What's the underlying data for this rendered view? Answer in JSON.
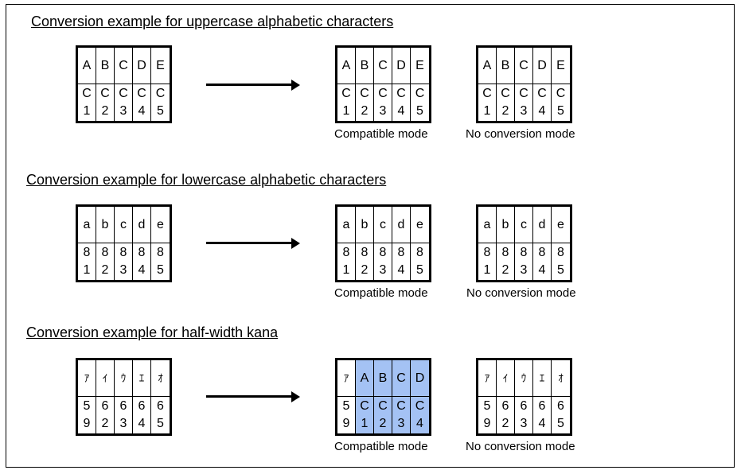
{
  "sections": [
    {
      "title": "Conversion  example  for uppercase  alphabetic  characters",
      "source": [
        [
          "A",
          "B",
          "C",
          "D",
          "E"
        ],
        [
          "C\n1",
          "C\n2",
          "C\n3",
          "C\n4",
          "C\n5"
        ]
      ],
      "compatible": [
        [
          "A",
          "B",
          "C",
          "D",
          "E"
        ],
        [
          "C\n1",
          "C\n2",
          "C\n3",
          "C\n4",
          "C\n5"
        ]
      ],
      "compatible_caption": "Compatible mode",
      "noconv": [
        [
          "A",
          "B",
          "C",
          "D",
          "E"
        ],
        [
          "C\n1",
          "C\n2",
          "C\n3",
          "C\n4",
          "C\n5"
        ]
      ],
      "noconv_caption": "No conversion mode"
    },
    {
      "title": "Conversion  example  for lowercase  alphabetic  characters",
      "source": [
        [
          "a",
          "b",
          "c",
          "d",
          "e"
        ],
        [
          "8\n1",
          "8\n2",
          "8\n3",
          "8\n4",
          "8\n5"
        ]
      ],
      "compatible": [
        [
          "a",
          "b",
          "c",
          "d",
          "e"
        ],
        [
          "8\n1",
          "8\n2",
          "8\n3",
          "8\n4",
          "8\n5"
        ]
      ],
      "compatible_caption": "Compatible mode",
      "noconv": [
        [
          "a",
          "b",
          "c",
          "d",
          "e"
        ],
        [
          "8\n1",
          "8\n2",
          "8\n3",
          "8\n4",
          "8\n5"
        ]
      ],
      "noconv_caption": "No conversion mode"
    },
    {
      "title": "Conversion  example  for half-width  kana",
      "source": [
        [
          "ｱ",
          "ｲ",
          "ｳ",
          "ｴ",
          "ｵ"
        ],
        [
          "5\n9",
          "6\n2",
          "6\n3",
          "6\n4",
          "6\n5"
        ]
      ],
      "compatible": [
        [
          "ｱ",
          "A",
          "B",
          "C",
          "D"
        ],
        [
          "5\n9",
          "C\n1",
          "C\n2",
          "C\n3",
          "C\n4"
        ]
      ],
      "compatible_highlight": [
        false,
        true,
        true,
        true,
        true
      ],
      "compatible_caption": "Compatible mode",
      "noconv": [
        [
          "ｱ",
          "ｲ",
          "ｳ",
          "ｴ",
          "ｵ"
        ],
        [
          "5\n9",
          "6\n2",
          "6\n3",
          "6\n4",
          "6\n5"
        ]
      ],
      "noconv_caption": "No conversion mode"
    }
  ],
  "colors": {
    "highlight": "#a4c2f4",
    "border": "#000000"
  }
}
